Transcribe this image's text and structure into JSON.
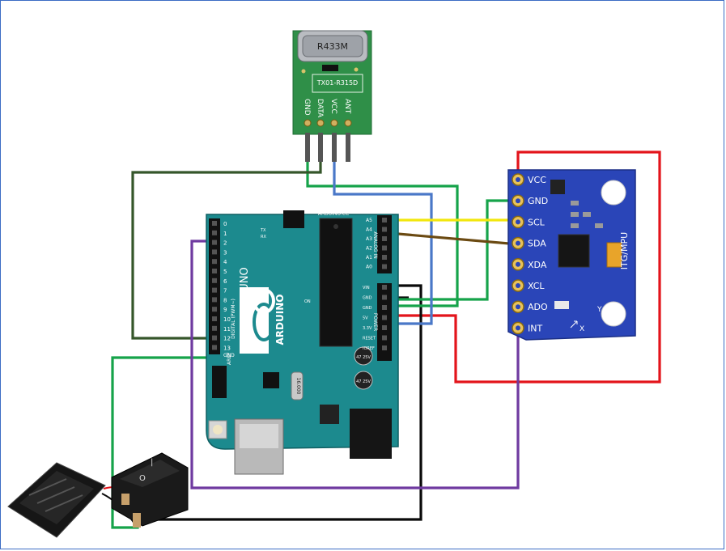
{
  "rf_module": {
    "crystal": "R433M",
    "chip": "TX01-R315D",
    "pins": [
      "GND",
      "DATA",
      "VCC",
      "ANT"
    ]
  },
  "imu": {
    "pins": [
      "VCC",
      "GND",
      "SCL",
      "SDA",
      "XDA",
      "XCL",
      "ADO",
      "INT"
    ],
    "board_label": "ITG/MPU",
    "axis_y": "Y",
    "axis_x": "X"
  },
  "arduino": {
    "model": "UNO",
    "brand": "ARDUINO",
    "site": "ARDUINO.CC",
    "crystal": "16.000",
    "digital_pins": [
      "0",
      "1",
      "2",
      "3",
      "4",
      "5",
      "6",
      "7",
      "8",
      "9",
      "10",
      "11",
      "12",
      "13"
    ],
    "digital_label": "DIGITAL (PWM~)",
    "analog_pins": [
      "A5",
      "A4",
      "A3",
      "A2",
      "A1",
      "A0"
    ],
    "analog_label": "ANALOG IN",
    "power_pins": [
      "VIN",
      "GND",
      "GND",
      "5V",
      "3.3V",
      "RESET",
      "IOREF"
    ],
    "power_label": "POWER",
    "left_labels": [
      "GND",
      "AREF"
    ],
    "cap_label_1": "47 25V",
    "cap_label_2": "47 25V",
    "tx": "TX",
    "rx": "RX",
    "on": "ON"
  },
  "wire_colors": {
    "red": "#e3141b",
    "black": "#0a0a0a",
    "green": "#16a34a",
    "dark_green": "#35562a",
    "blue": "#4a78c8",
    "yellow": "#f2e70d",
    "brown": "#6b4a12",
    "purple": "#6f3aa0"
  },
  "switch_labels": [
    "|",
    "O"
  ]
}
